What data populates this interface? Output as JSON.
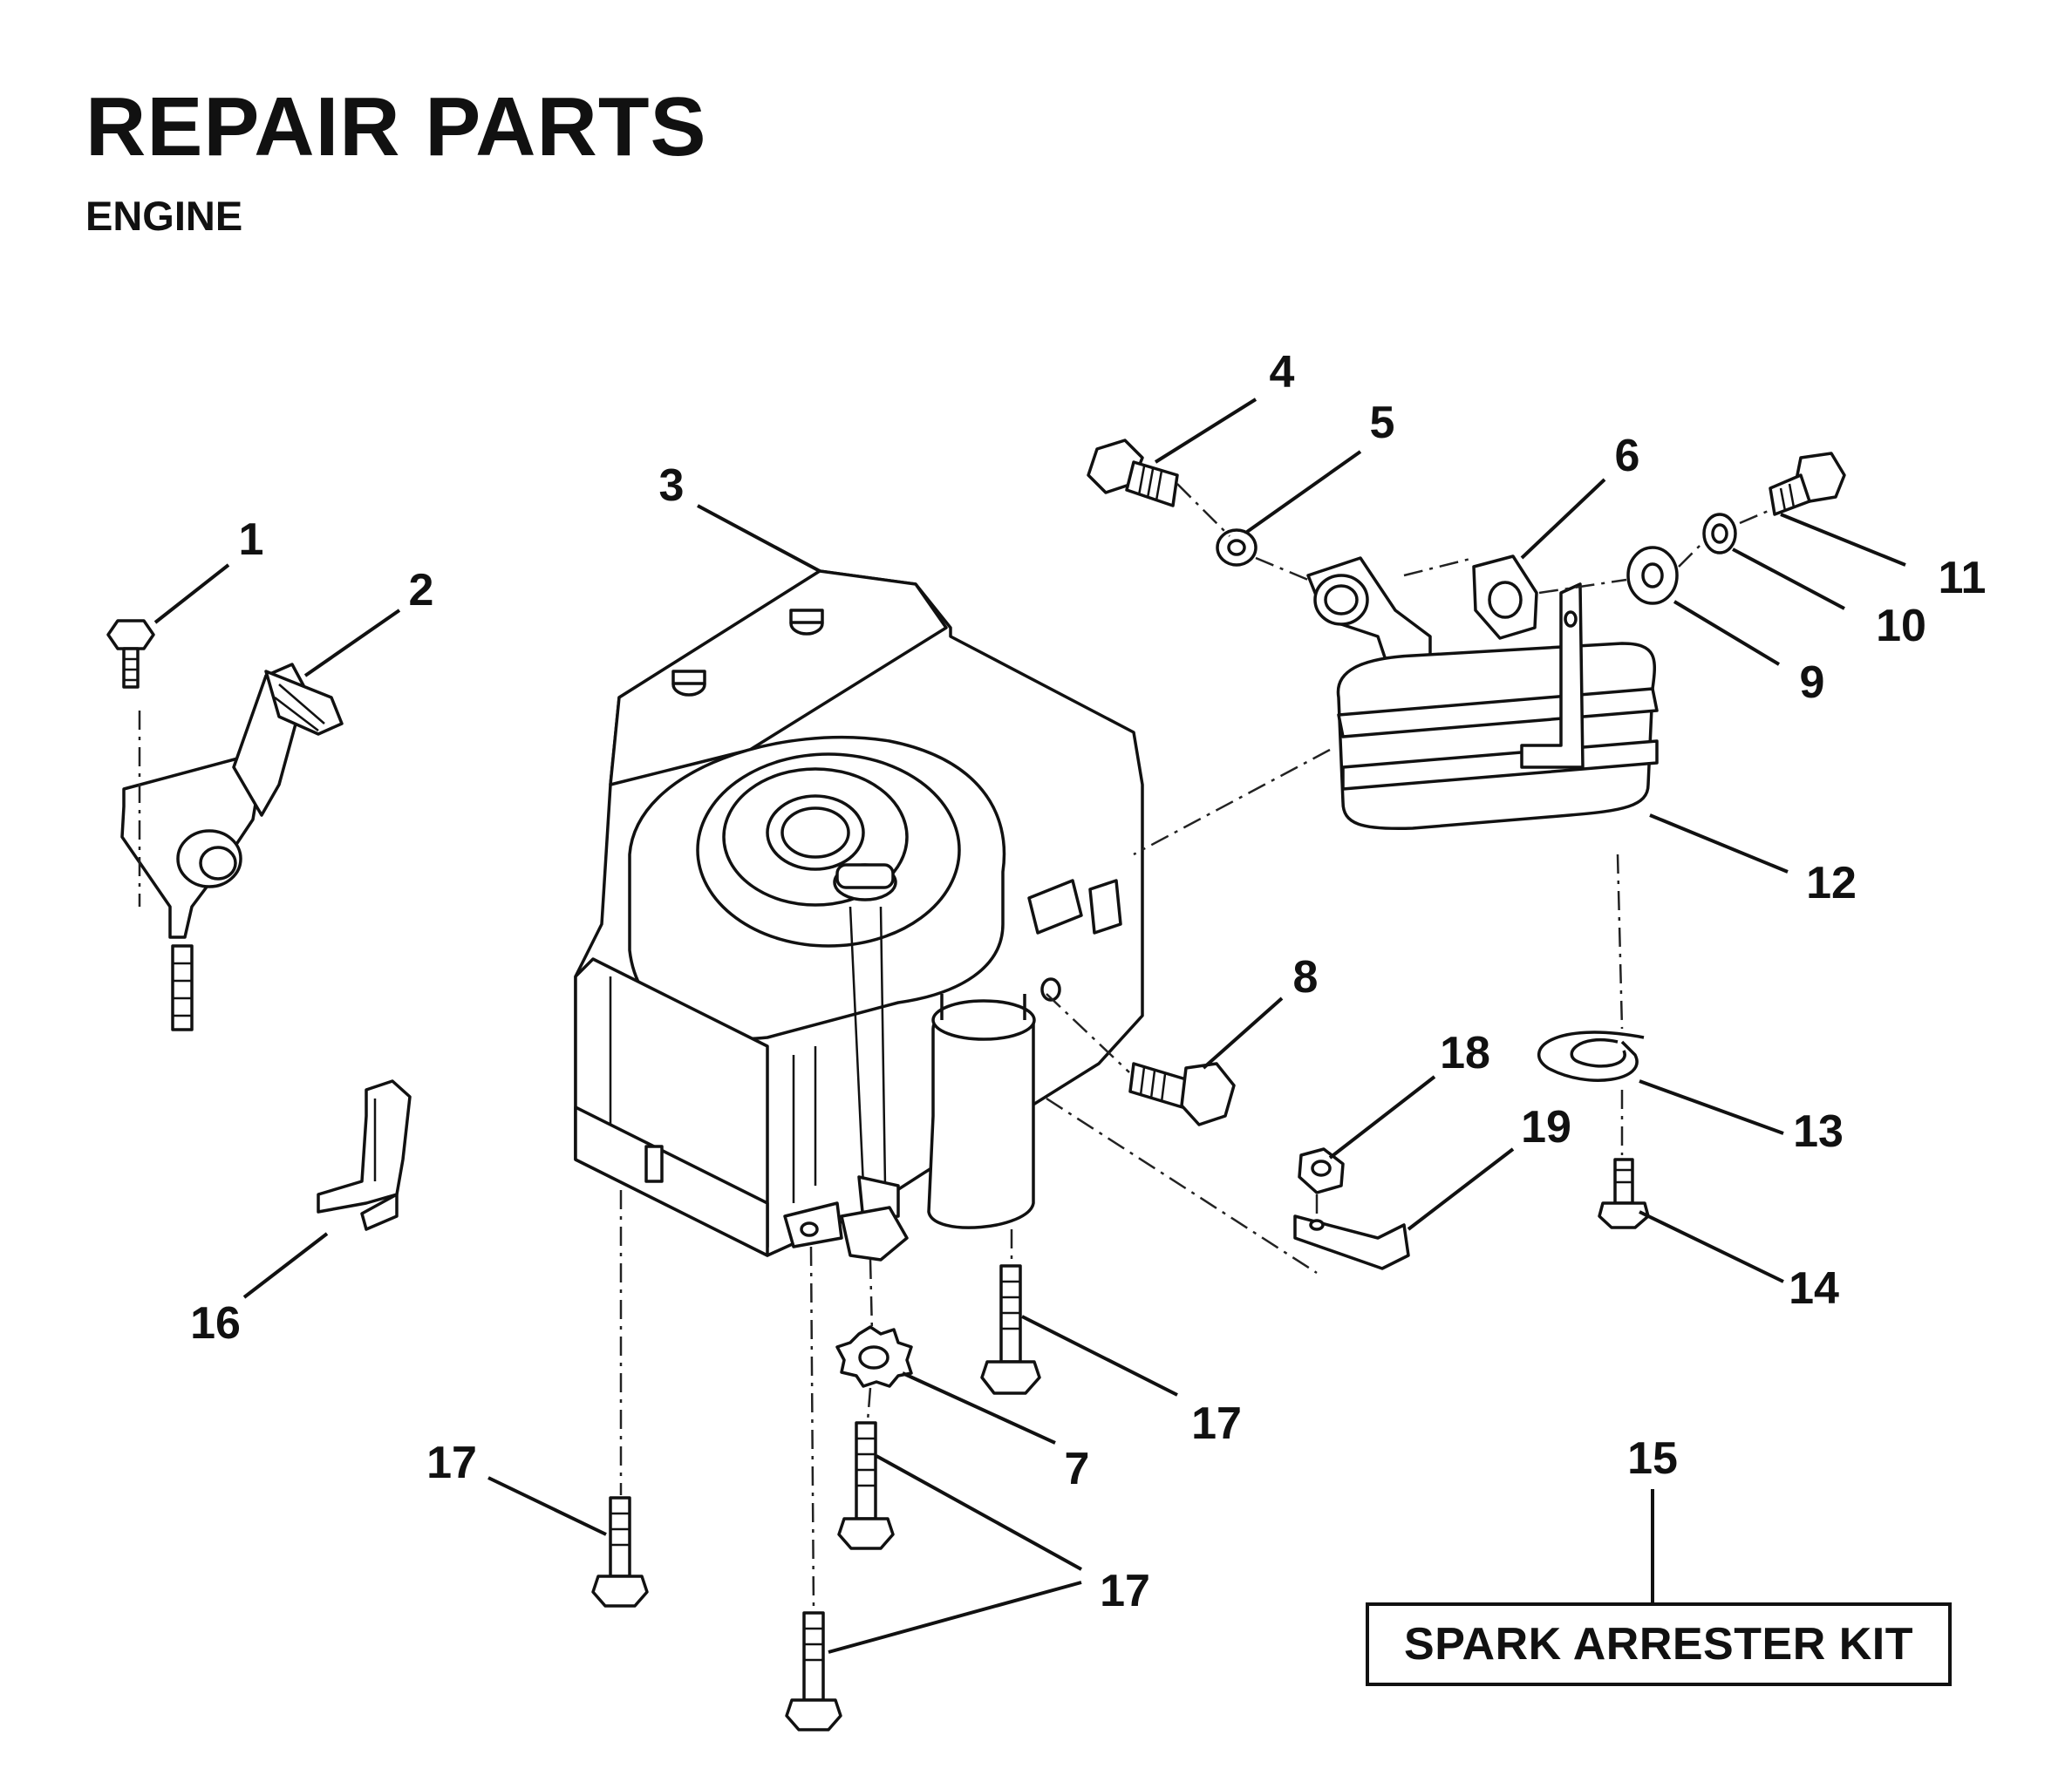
{
  "header": {
    "title": "REPAIR PARTS",
    "subtitle": "ENGINE"
  },
  "callouts": [
    "1",
    "2",
    "3",
    "4",
    "5",
    "6",
    "7",
    "8",
    "9",
    "10",
    "11",
    "12",
    "13",
    "14",
    "15",
    "16",
    "17",
    "17",
    "17",
    "17",
    "18",
    "19"
  ],
  "kit_label": "SPARK ARRESTER KIT"
}
